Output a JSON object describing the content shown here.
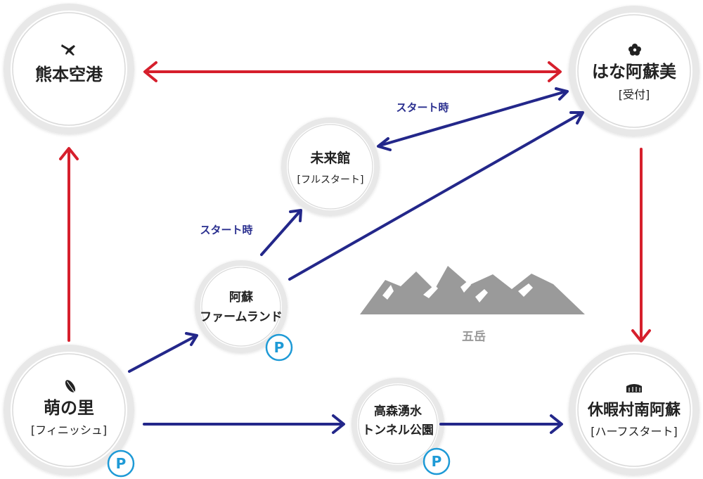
{
  "colors": {
    "red_route": "#d61f2c",
    "blue_route": "#23278a",
    "parking": "#1e9ad6",
    "mountain": "#9a9a9a",
    "circle_ring": "#e6e6e6"
  },
  "nodes": {
    "kumamoto_airport": {
      "icon": "airplane-icon",
      "title": "熊本空港"
    },
    "hana_aso_bi": {
      "icon": "flower-icon",
      "title": "はな阿蘇美",
      "subtitle": "[受付]"
    },
    "mirai_kan": {
      "title": "未来館",
      "subtitle": "[フルスタート]"
    },
    "aso_farm_land": {
      "title_line1": "阿蘇",
      "title_line2": "ファームランド",
      "parking": "P"
    },
    "moe_no_sato": {
      "icon": "leaf-icon",
      "title": "萌の里",
      "subtitle": "[フィニッシュ]",
      "parking": "P"
    },
    "takamori_tunnel": {
      "title_line1": "高森湧水",
      "title_line2": "トンネル公園",
      "parking": "P"
    },
    "kyuka_son": {
      "icon": "building-icon",
      "title": "休暇村南阿蘇",
      "subtitle": "[ハーフスタート]"
    }
  },
  "labels": {
    "start_time_top": "スタート時",
    "start_time_left": "スタート時",
    "gotake": "五岳"
  }
}
